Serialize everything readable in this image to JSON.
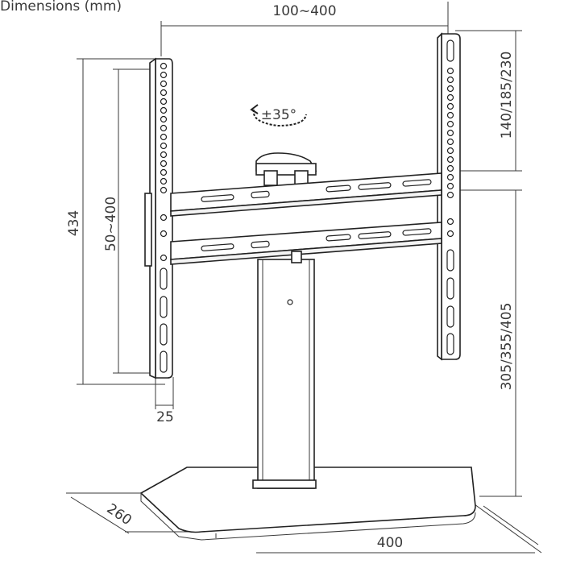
{
  "title": "Dimensions (mm)",
  "dimensions": {
    "top_width": "100~400",
    "right_top": "140/185/230",
    "right_bottom": "305/355/405",
    "left_height": "434",
    "inner_height": "50~400",
    "bottom_offset": "25",
    "rotation": "±35°",
    "base_depth": "260",
    "base_width": "400"
  }
}
